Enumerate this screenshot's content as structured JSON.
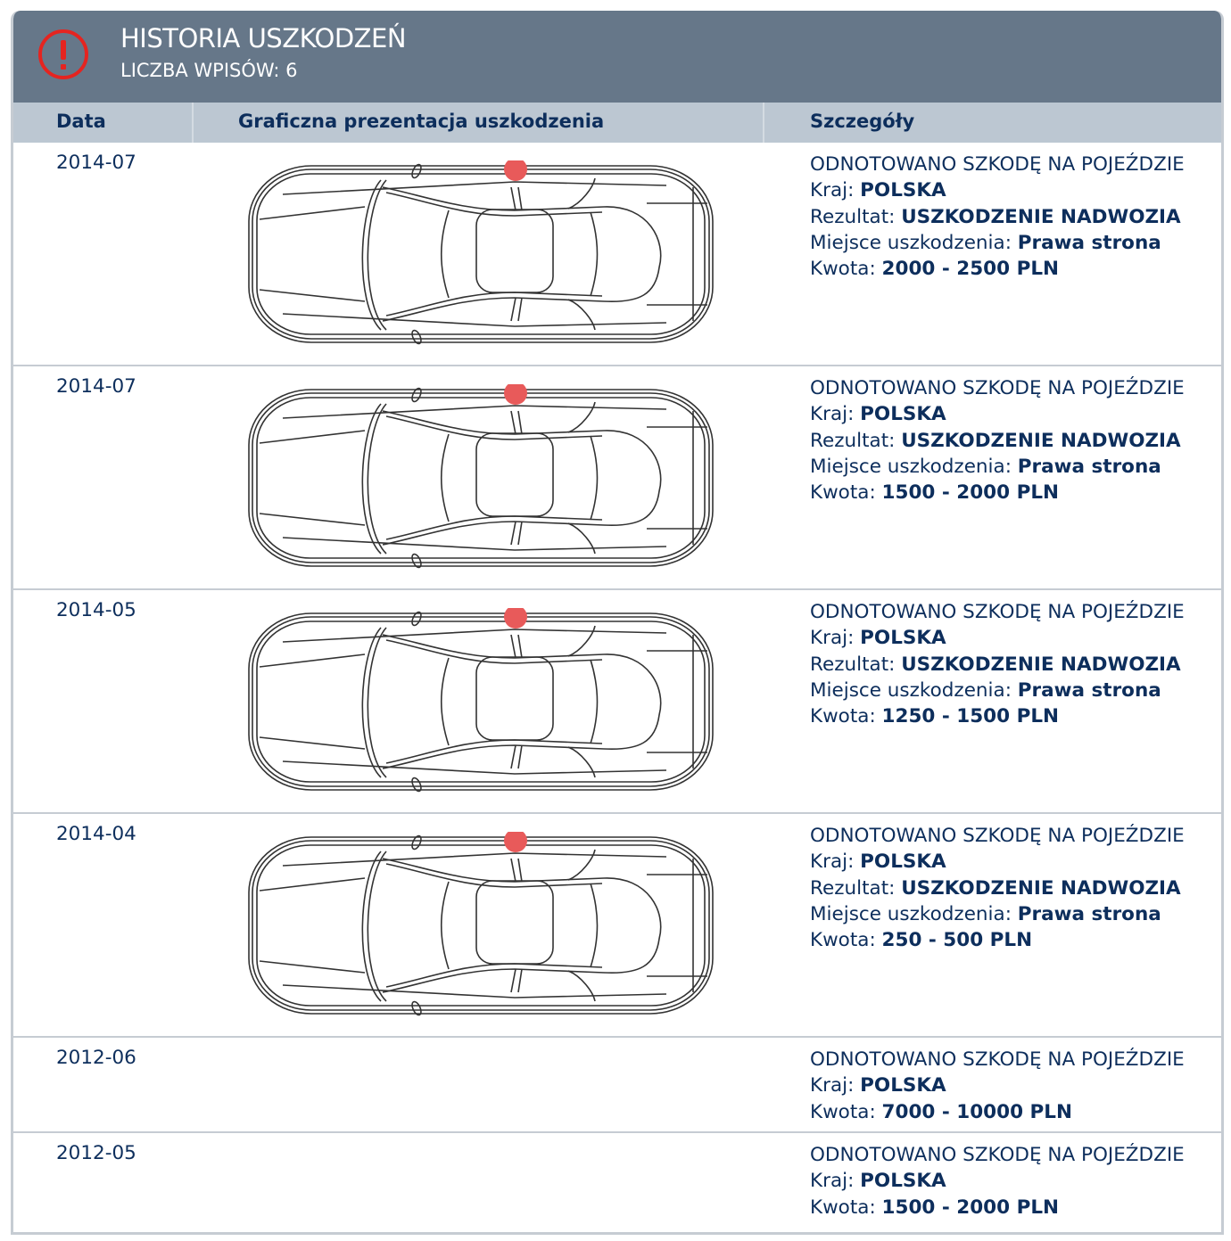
{
  "header": {
    "title": "HISTORIA USZKODZEŃ",
    "count_label": "LICZBA WPISÓW: 6",
    "icon": "alert-circle-icon",
    "icon_color": "#e52420"
  },
  "columns": {
    "date": "Data",
    "graphic": "Graficzna prezentacja uszkodzenia",
    "details": "Szczegóły"
  },
  "labels": {
    "country": "Kraj: ",
    "result": "Rezultat: ",
    "location": "Miejsce uszkodzenia: ",
    "amount": "Kwota: "
  },
  "damage_color": "#e85a5a",
  "entries": [
    {
      "date": "2014-07",
      "headline": "ODNOTOWANO SZKODĘ NA POJEŹDZIE",
      "country": "POLSKA",
      "result": "USZKODZENIE NADWOZIA",
      "location": "Prawa strona",
      "amount": "2000 - 2500 PLN"
    },
    {
      "date": "2014-07",
      "headline": "ODNOTOWANO SZKODĘ NA POJEŹDZIE",
      "country": "POLSKA",
      "result": "USZKODZENIE NADWOZIA",
      "location": "Prawa strona",
      "amount": "1500 - 2000 PLN"
    },
    {
      "date": "2014-05",
      "headline": "ODNOTOWANO SZKODĘ NA POJEŹDZIE",
      "country": "POLSKA",
      "result": "USZKODZENIE NADWOZIA",
      "location": "Prawa strona",
      "amount": "1250 - 1500 PLN"
    },
    {
      "date": "2014-04",
      "headline": "ODNOTOWANO SZKODĘ NA POJEŹDZIE",
      "country": "POLSKA",
      "result": "USZKODZENIE NADWOZIA",
      "location": "Prawa strona",
      "amount": "250 - 500 PLN"
    },
    {
      "date": "2012-06",
      "headline": "ODNOTOWANO SZKODĘ NA POJEŹDZIE",
      "country": "POLSKA",
      "amount": "7000 - 10000 PLN"
    },
    {
      "date": "2012-05",
      "headline": "ODNOTOWANO SZKODĘ NA POJEŹDZIE",
      "country": "POLSKA",
      "amount": "1500 - 2000 PLN"
    }
  ]
}
